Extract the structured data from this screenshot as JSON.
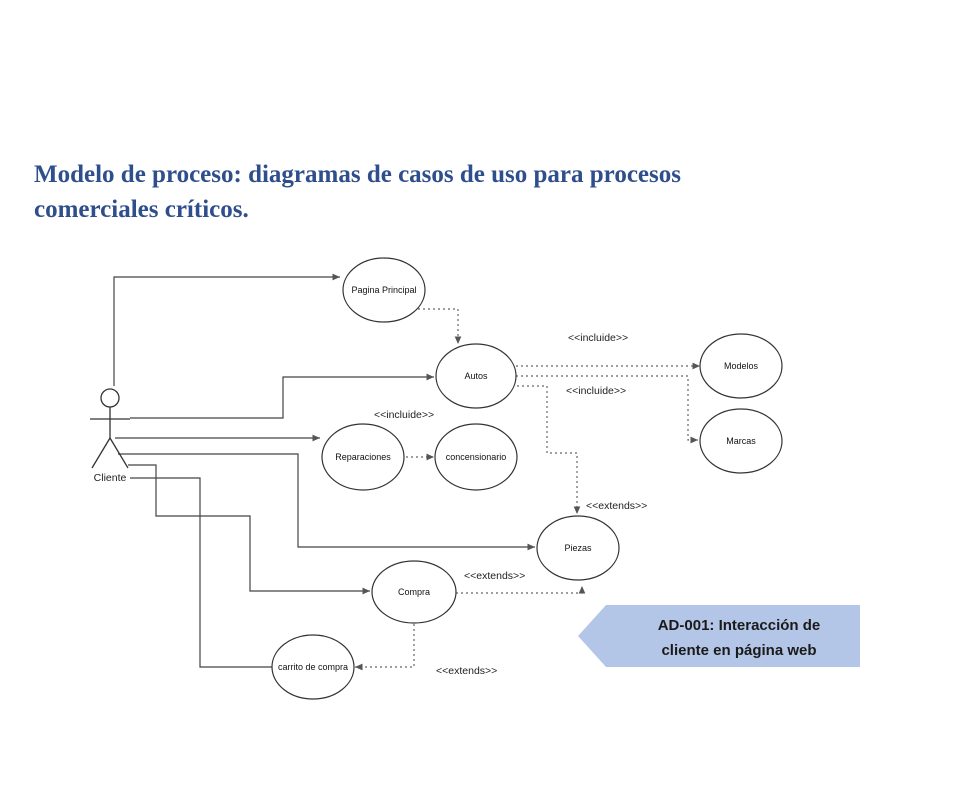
{
  "heading": {
    "line1": "Modelo de proceso: diagramas de casos de uso para procesos",
    "line2": "comerciales críticos."
  },
  "actor": {
    "name": "Cliente"
  },
  "use_cases": {
    "pagina_principal": "Pagina Principal",
    "autos": "Autos",
    "modelos": "Modelos",
    "marcas": "Marcas",
    "reparaciones": "Reparaciones",
    "concesionario": "concensionario",
    "piezas": "Piezas",
    "compra": "Compra",
    "carrito": "carrito de compra"
  },
  "relations": {
    "include_modelos": "<<incluide>>",
    "include_marcas": "<<incluide>>",
    "include_reparaciones": "<<incluide>>",
    "extends_piezas": "<<extends>>",
    "extends_compra": "<<extends>>",
    "extends_carrito": "<<extends>>"
  },
  "banner": {
    "line1": "AD-001: Interacción de",
    "line2": "cliente en página web",
    "color": "#b4c6e7"
  }
}
